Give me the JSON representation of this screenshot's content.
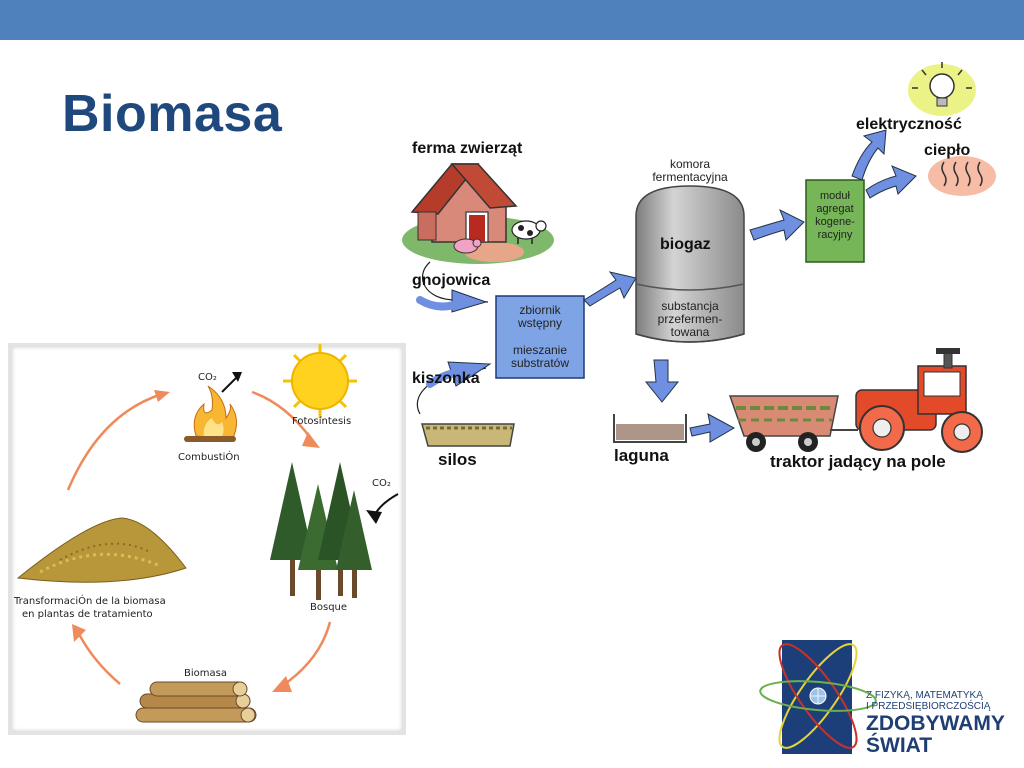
{
  "slide": {
    "title": "Biomasa"
  },
  "biogas_diagram": {
    "farm_label": "ferma zwierząt",
    "manure_label": "gnojowica",
    "silage_label": "kiszonka",
    "silos_label": "silos",
    "tank_line1": "zbiornik",
    "tank_line2": "wstępny",
    "mix_line1": "mieszanie",
    "mix_line2": "substratów",
    "chamber_line1": "komora",
    "chamber_line2": "fermentacyjna",
    "biogas_label": "biogaz",
    "digestate_line1": "substancja",
    "digestate_line2": "przefermen-",
    "digestate_line3": "towana",
    "module_line1": "moduł",
    "module_line2": "agregat",
    "module_line3": "kogene-",
    "module_line4": "racyjny",
    "electricity_label": "elektryczność",
    "heat_label": "ciepło",
    "lagoon_label": "laguna",
    "tractor_label": "traktor jadący na pole"
  },
  "cycle_diagram": {
    "co2_top": "CO₂",
    "photosynthesis": "Fotosíntesis",
    "combustion": "CombustiÓn",
    "co2_right": "CO₂",
    "forest": "Bosque",
    "transformation_line1": "TransformaciÓn de la biomasa",
    "transformation_line2": "en plantas de tratamiento",
    "biomass": "Biomasa"
  },
  "logo": {
    "line1": "Z FIZYKĄ, MATEMATYKĄ",
    "line2": "I PRZEDSIĘBIORCZOŚCIĄ",
    "line3": "ZDOBYWAMY",
    "line4": "ŚWIAT"
  }
}
